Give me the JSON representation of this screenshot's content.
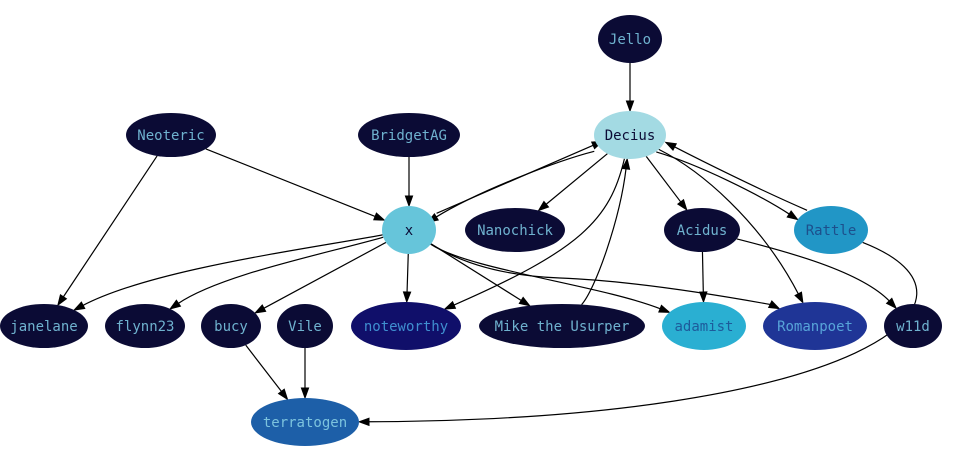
{
  "graph": {
    "nodes": [
      {
        "id": "jello",
        "label": "Jello",
        "fill": "#0b0b35",
        "text_color": "#6fb2cf"
      },
      {
        "id": "neoteric",
        "label": "Neoteric",
        "fill": "#0b0b35",
        "text_color": "#6fb2cf"
      },
      {
        "id": "bridgetag",
        "label": "BridgetAG",
        "fill": "#0b0b35",
        "text_color": "#6fb2cf"
      },
      {
        "id": "decius",
        "label": "Decius",
        "fill": "#a3dae3",
        "text_color": "#0b0b35"
      },
      {
        "id": "x",
        "label": "x",
        "fill": "#66c5da",
        "text_color": "#0b0b35"
      },
      {
        "id": "nanochick",
        "label": "Nanochick",
        "fill": "#0b0b35",
        "text_color": "#6fb2cf"
      },
      {
        "id": "acidus",
        "label": "Acidus",
        "fill": "#0b0b35",
        "text_color": "#6fb2cf"
      },
      {
        "id": "rattle",
        "label": "Rattle",
        "fill": "#2196c6",
        "text_color": "#1d4f8c"
      },
      {
        "id": "janelane",
        "label": "janelane",
        "fill": "#0b0b35",
        "text_color": "#6fb2cf"
      },
      {
        "id": "flynn23",
        "label": "flynn23",
        "fill": "#0b0b35",
        "text_color": "#6fb2cf"
      },
      {
        "id": "bucy",
        "label": "bucy",
        "fill": "#0b0b35",
        "text_color": "#6fb2cf"
      },
      {
        "id": "vile",
        "label": "Vile",
        "fill": "#0b0b35",
        "text_color": "#6fb2cf"
      },
      {
        "id": "noteworthy",
        "label": "noteworthy",
        "fill": "#100f6a",
        "text_color": "#3f8fd0"
      },
      {
        "id": "mike",
        "label": "Mike the Usurper",
        "fill": "#0b0b35",
        "text_color": "#6fb2cf"
      },
      {
        "id": "adamist",
        "label": "adamist",
        "fill": "#2aafd2",
        "text_color": "#1d5b9b"
      },
      {
        "id": "romanpoet",
        "label": "Romanpoet",
        "fill": "#1f3596",
        "text_color": "#57a4d9"
      },
      {
        "id": "w11d",
        "label": "w11d",
        "fill": "#0b0b35",
        "text_color": "#6fb2cf"
      },
      {
        "id": "terratogen",
        "label": "terratogen",
        "fill": "#1d5fa8",
        "text_color": "#7cc3de"
      }
    ],
    "edges": [
      {
        "from": "jello",
        "to": "decius"
      },
      {
        "from": "neoteric",
        "to": "x"
      },
      {
        "from": "neoteric",
        "to": "janelane"
      },
      {
        "from": "bridgetag",
        "to": "x"
      },
      {
        "from": "decius",
        "to": "x"
      },
      {
        "from": "x",
        "to": "decius"
      },
      {
        "from": "decius",
        "to": "nanochick"
      },
      {
        "from": "decius",
        "to": "acidus"
      },
      {
        "from": "decius",
        "to": "rattle"
      },
      {
        "from": "rattle",
        "to": "decius"
      },
      {
        "from": "decius",
        "to": "noteworthy"
      },
      {
        "from": "decius",
        "to": "romanpoet"
      },
      {
        "from": "mike",
        "to": "decius"
      },
      {
        "from": "x",
        "to": "janelane"
      },
      {
        "from": "x",
        "to": "flynn23"
      },
      {
        "from": "x",
        "to": "bucy"
      },
      {
        "from": "x",
        "to": "noteworthy"
      },
      {
        "from": "x",
        "to": "mike"
      },
      {
        "from": "x",
        "to": "adamist"
      },
      {
        "from": "x",
        "to": "romanpoet"
      },
      {
        "from": "acidus",
        "to": "adamist"
      },
      {
        "from": "acidus",
        "to": "w11d"
      },
      {
        "from": "bucy",
        "to": "terratogen"
      },
      {
        "from": "vile",
        "to": "terratogen"
      },
      {
        "from": "rattle",
        "to": "terratogen"
      }
    ]
  }
}
